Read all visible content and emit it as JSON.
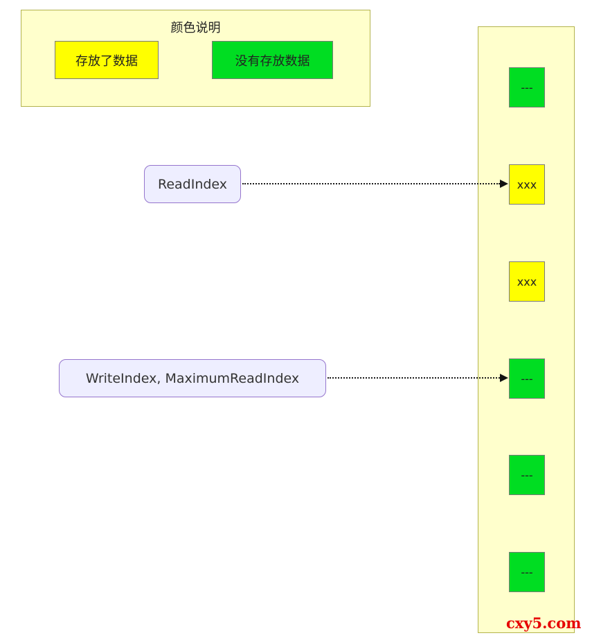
{
  "legend": {
    "title": "颜色说明",
    "items": [
      {
        "label": "存放了数据",
        "state": "filled"
      },
      {
        "label": "没有存放数据",
        "state": "empty"
      }
    ]
  },
  "buffer": {
    "cells": [
      {
        "value": "---",
        "state": "empty"
      },
      {
        "value": "xxx",
        "state": "filled"
      },
      {
        "value": "xxx",
        "state": "filled"
      },
      {
        "value": "---",
        "state": "empty"
      },
      {
        "value": "---",
        "state": "empty"
      },
      {
        "value": "---",
        "state": "empty"
      }
    ]
  },
  "pointers": [
    {
      "label": "ReadIndex",
      "target_cell": 1
    },
    {
      "label": "WriteIndex, MaximumReadIndex",
      "target_cell": 3
    }
  ],
  "watermark": "cxy5.com",
  "colors": {
    "filled": "#ffff00",
    "empty": "#00dd22",
    "panel_bg": "#ffffcc",
    "panel_border": "#b3b34d",
    "cell_border": "#7a7a7a",
    "label_bg": "#eeeeff",
    "label_border": "#9575cd",
    "arrow": "#1a1a1a",
    "watermark": "#e60000"
  }
}
